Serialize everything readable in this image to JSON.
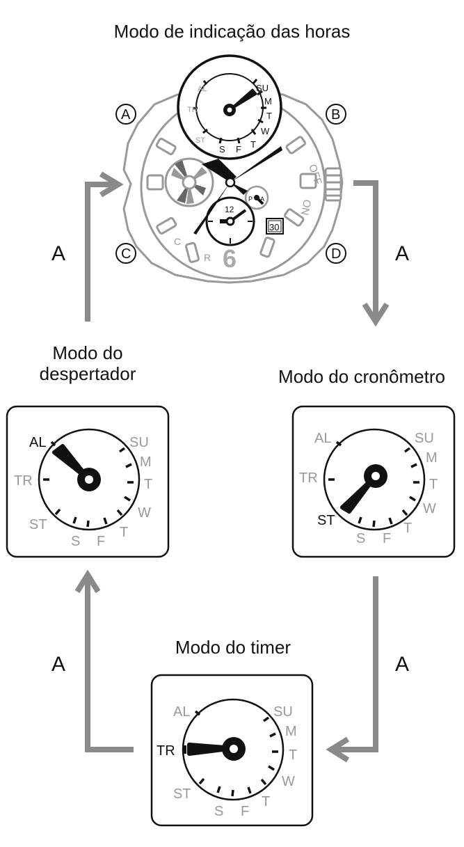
{
  "titles": {
    "main": "Modo de indicação das horas",
    "alarm_line1": "Modo do",
    "alarm_line2": "despertador",
    "stopwatch": "Modo do cronômetro",
    "timer": "Modo do timer"
  },
  "arrow_label": "A",
  "buttons": {
    "a": "A",
    "b": "B",
    "c": "C",
    "d": "D"
  },
  "watch": {
    "crown_off": "OFF",
    "crown_on": "ON",
    "bezel_c": "C",
    "bezel_r": "R",
    "six": "6",
    "twelve": "12",
    "date": "30",
    "pa_p": "P",
    "pa_a": "A"
  },
  "dial_labels": {
    "al": "AL",
    "su": "SU",
    "m": "M",
    "t1": "T",
    "w": "W",
    "t2": "T",
    "f": "F",
    "s": "S",
    "st": "ST",
    "tr": "TR"
  },
  "colors": {
    "gray": "#888888",
    "light_gray": "#9a9a9a",
    "black": "#111111"
  }
}
